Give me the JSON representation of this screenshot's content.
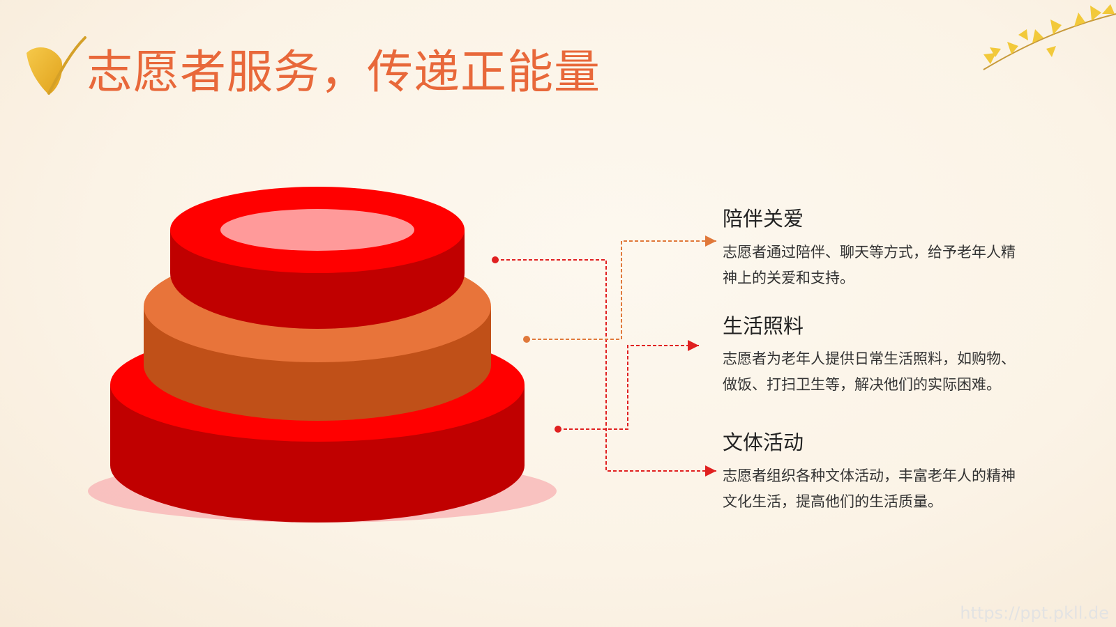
{
  "header": {
    "title": "志愿者服务，传递正能量"
  },
  "items": [
    {
      "title": "陪伴关爱",
      "desc": "志愿者通过陪伴、聊天等方式，给予老年人精神上的关爱和支持。"
    },
    {
      "title": "生活照料",
      "desc": "志愿者为老年人提供日常生活照料，如购物、做饭、打扫卫生等，解决他们的实际困难。"
    },
    {
      "title": "文体活动",
      "desc": "志愿者组织各种文体活动，丰富老年人的精神文化生活，提高他们的生活质量。"
    }
  ],
  "watermark": "https://ppt.pkll.de",
  "colors": {
    "title": "#e8683a",
    "tier_red_top": "#ff0000",
    "tier_red_side": "#c00000",
    "tier_orange_top": "#e8743a",
    "tier_orange_side": "#c05018",
    "connector_red": "#e02020",
    "connector_orange": "#e0783a"
  },
  "icons": [
    "ginkgo-leaf-icon",
    "ginkgo-branch-icon"
  ]
}
